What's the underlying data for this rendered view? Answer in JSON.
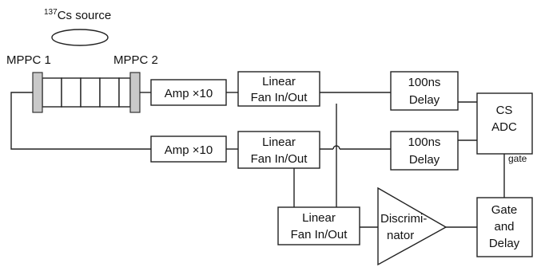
{
  "source": {
    "isotope_mass": "137",
    "label": "Cs source"
  },
  "detector": {
    "left_label": "MPPC 1",
    "right_label": "MPPC 2"
  },
  "blocks": {
    "amp_top": "Amp ×10",
    "amp_bottom": "Amp ×10",
    "fan_top": [
      "Linear",
      "Fan In/Out"
    ],
    "fan_mid": [
      "Linear",
      "Fan In/Out"
    ],
    "fan_bottom": [
      "Linear",
      "Fan In/Out"
    ],
    "delay_top": [
      "100ns",
      "Delay"
    ],
    "delay_bottom": [
      "100ns",
      "Delay"
    ],
    "adc": [
      "CS",
      "ADC"
    ],
    "discriminator": [
      "Discrimi-",
      "nator"
    ],
    "gate_delay": [
      "Gate",
      "and",
      "Delay"
    ]
  },
  "signals": {
    "gate": "gate"
  }
}
